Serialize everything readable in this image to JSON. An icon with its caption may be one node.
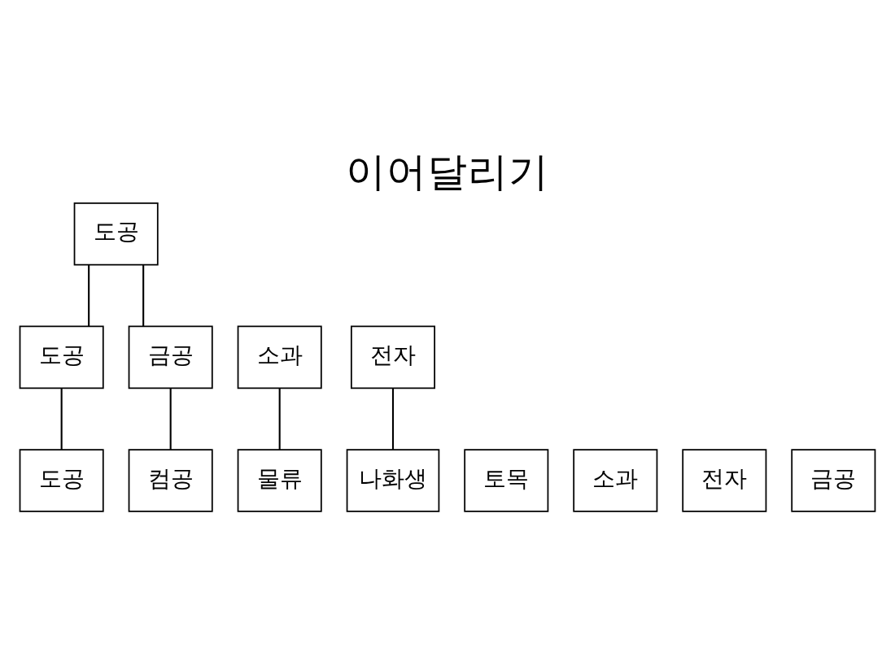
{
  "diagram": {
    "title": "이어달리기",
    "nodes": [
      {
        "text": [
          "도공"
        ]
      },
      {
        "text": [
          "도공"
        ]
      },
      {
        "text": [
          "소과"
        ]
      },
      {
        "text": [
          "전자"
        ]
      },
      {
        "text": [
          "금공"
        ]
      },
      {
        "text": [
          "도공"
        ]
      },
      {
        "text": [
          "토목"
        ]
      },
      {
        "text": [
          "소과"
        ]
      },
      {
        "text": [
          "물류"
        ]
      },
      {
        "text": [
          "나화생"
        ]
      },
      {
        "text": [
          "전자"
        ]
      },
      {
        "text": [
          "금공"
        ]
      },
      {
        "text": [
          "컴공"
        ]
      }
    ],
    "edges": [
      {
        "from": 1,
        "to": 0,
        "arrow": "none"
      },
      {
        "from": 4,
        "to": 0,
        "arrow": "none"
      },
      {
        "from": 5,
        "to": 1,
        "arrow": "none"
      },
      {
        "from": 8,
        "to": 2,
        "arrow": "none"
      },
      {
        "from": 9,
        "to": 3,
        "arrow": "none"
      },
      {
        "from": 12,
        "to": 4,
        "arrow": "none"
      }
    ]
  }
}
